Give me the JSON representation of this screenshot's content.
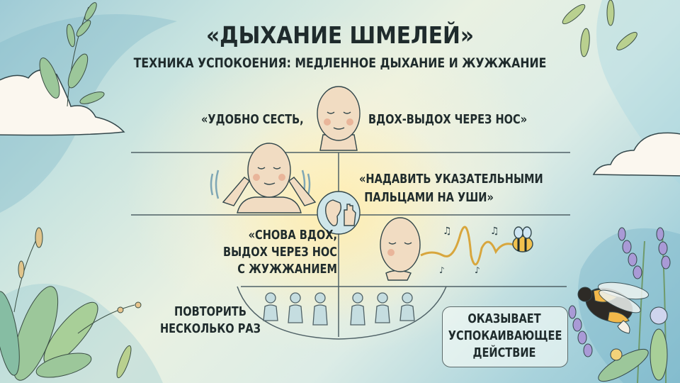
{
  "title": "«ДЫХАНИЕ ШМЕЛЕЙ»",
  "subtitle": "ТЕХНИКА УСПОКОЕНИЯ: МЕДЛЕННОЕ ДЫХАНИЕ И ЖУЖЖАНИЕ",
  "steps": [
    {
      "id": 1,
      "text_left": "«УДОБНО СЕСТЬ,",
      "text_right": "ВДОХ-ВЫДОХ ЧЕРЕЗ НОС»",
      "illustration": "calm-face-icon"
    },
    {
      "id": 2,
      "lines": [
        "«НАДАВИТЬ УКАЗАТЕЛЬНЫМИ",
        "ПАЛЬЦАМИ НА УШИ»"
      ],
      "illustration": "fingers-in-ears-icon"
    },
    {
      "id": 3,
      "lines": [
        "«СНОВА ВДОХ,",
        "ВЫДОХ ЧЕРЕЗ НОС",
        "С ЖУЖЖАНИЕМ"
      ],
      "illustration": "humming-bee-icon"
    },
    {
      "id": 4,
      "lines": [
        "ПОВТОРИТЬ",
        "НЕСКОЛЬКО РАЗ"
      ],
      "illustration": "people-row-icon"
    }
  ],
  "effect": {
    "lines": [
      "ОКАЗЫВАЕТ",
      "УСПОКАИВАЮЩЕЕ",
      "ДЕЙСТВИЕ"
    ]
  },
  "center_badge": "ear-and-hand-icon",
  "decorations": [
    "cloud-left",
    "cloud-right",
    "leaves-top-left",
    "leaves-top-right",
    "plants-bottom-left",
    "lavender-bumblebee-bottom-right"
  ],
  "colors": {
    "text": "#1f2b2c",
    "line": "#4f6166",
    "skin": "#f1dcc2",
    "cheek": "#e9b59a",
    "bee_yellow": "#f2b84a",
    "lavender": "#a99ad6",
    "leaf": "#8fbf8a"
  }
}
